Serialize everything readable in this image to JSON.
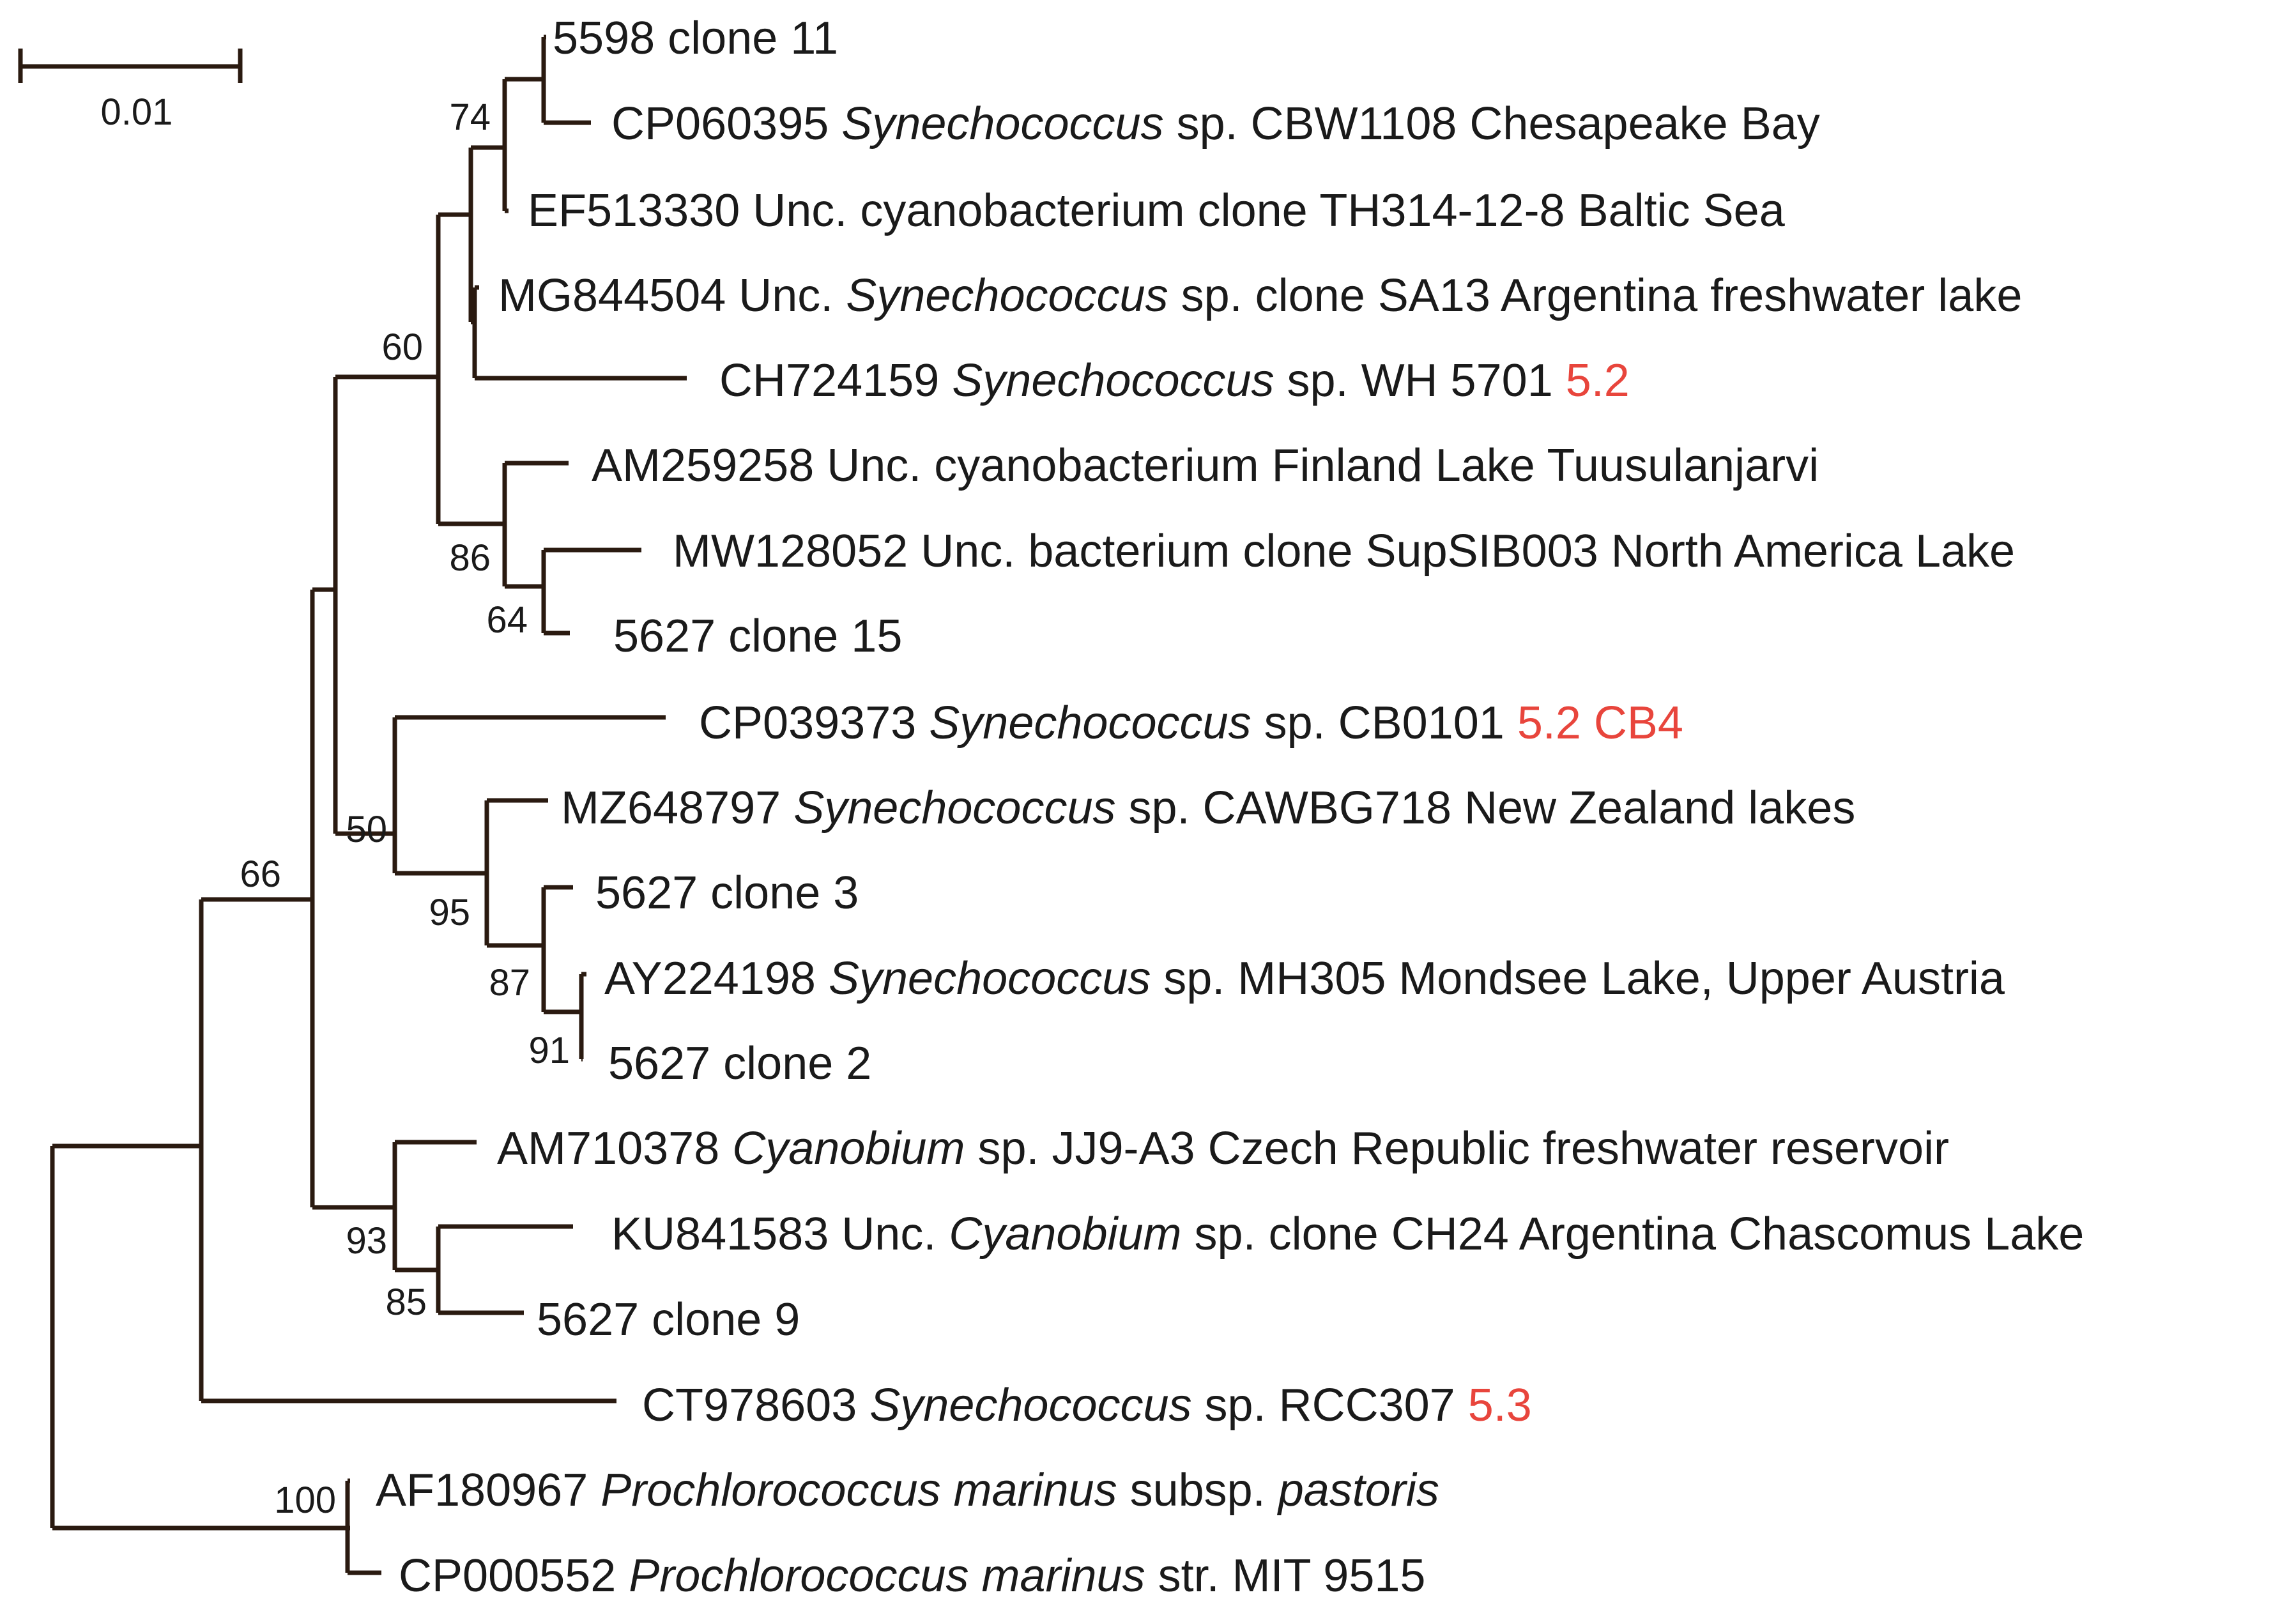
{
  "scale_bar": {
    "label": "0.01"
  },
  "colors": {
    "branch": "#2a1a10",
    "text": "#1a1a1a",
    "group_label": "#e8453c"
  },
  "leaves": [
    {
      "id": "l1",
      "segs": [
        [
          "5598 clone 11",
          ""
        ]
      ]
    },
    {
      "id": "l2",
      "segs": [
        [
          "CP060395 ",
          ""
        ],
        [
          "Synechococcus",
          "it"
        ],
        [
          " sp. CBW1108 Chesapeake Bay",
          ""
        ]
      ]
    },
    {
      "id": "l3",
      "segs": [
        [
          "EF513330 Unc. cyanobacterium clone TH314-12-8 Baltic Sea",
          ""
        ]
      ]
    },
    {
      "id": "l4",
      "segs": [
        [
          "MG844504 Unc. ",
          ""
        ],
        [
          "Synechococcus",
          "it"
        ],
        [
          " sp. clone SA13 Argentina freshwater lake",
          ""
        ]
      ]
    },
    {
      "id": "l5",
      "segs": [
        [
          "CH724159 ",
          ""
        ],
        [
          "Synechococcus",
          "it"
        ],
        [
          " sp. WH 5701 ",
          ""
        ],
        [
          "5.2",
          "red"
        ]
      ]
    },
    {
      "id": "l6",
      "segs": [
        [
          "AM259258 Unc. cyanobacterium Finland Lake Tuusulanjarvi",
          ""
        ]
      ]
    },
    {
      "id": "l7",
      "segs": [
        [
          "MW128052 Unc. bacterium clone SupSIB003 North America Lake",
          ""
        ]
      ]
    },
    {
      "id": "l8",
      "segs": [
        [
          "5627 clone 15",
          ""
        ]
      ]
    },
    {
      "id": "l9",
      "segs": [
        [
          "CP039373 ",
          ""
        ],
        [
          "Synechococcus",
          "it"
        ],
        [
          " sp. CB0101 ",
          ""
        ],
        [
          "5.2 CB4",
          "red"
        ]
      ]
    },
    {
      "id": "l10",
      "segs": [
        [
          "MZ648797 ",
          ""
        ],
        [
          "Synechococcus",
          "it"
        ],
        [
          " sp. CAWBG718 New Zealand lakes",
          ""
        ]
      ]
    },
    {
      "id": "l11",
      "segs": [
        [
          "5627 clone 3",
          ""
        ]
      ]
    },
    {
      "id": "l12",
      "segs": [
        [
          "AY224198 ",
          ""
        ],
        [
          "Synechococcus",
          "it"
        ],
        [
          " sp. MH305 Mondsee Lake, Upper Austria",
          ""
        ]
      ]
    },
    {
      "id": "l13",
      "segs": [
        [
          "5627 clone 2",
          ""
        ]
      ]
    },
    {
      "id": "l14",
      "segs": [
        [
          "AM710378 ",
          ""
        ],
        [
          "Cyanobium",
          "it"
        ],
        [
          " sp. JJ9-A3 Czech Republic freshwater reservoir",
          ""
        ]
      ]
    },
    {
      "id": "l15",
      "segs": [
        [
          "KU841583 Unc. ",
          ""
        ],
        [
          "Cyanobium",
          "it"
        ],
        [
          " sp. clone CH24 Argentina Chascomus Lake",
          ""
        ]
      ]
    },
    {
      "id": "l16",
      "segs": [
        [
          "5627 clone 9",
          ""
        ]
      ]
    },
    {
      "id": "l17",
      "segs": [
        [
          "CT978603 ",
          ""
        ],
        [
          "Synechococcus",
          "it"
        ],
        [
          " sp. RCC307 ",
          ""
        ],
        [
          "5.3",
          "red"
        ]
      ]
    },
    {
      "id": "l18",
      "segs": [
        [
          "AF180967 ",
          ""
        ],
        [
          "Prochlorococcus marinus",
          "it"
        ],
        [
          " subsp. ",
          ""
        ],
        [
          "pastoris",
          "it"
        ]
      ]
    },
    {
      "id": "l19",
      "segs": [
        [
          "CP000552 ",
          ""
        ],
        [
          "Prochlorococcus marinus",
          "it"
        ],
        [
          " str. MIT 9515",
          ""
        ]
      ]
    }
  ],
  "bootstrap_values": [
    "74",
    "60",
    "86",
    "64",
    "50",
    "95",
    "87",
    "91",
    "66",
    "93",
    "85",
    "100"
  ]
}
